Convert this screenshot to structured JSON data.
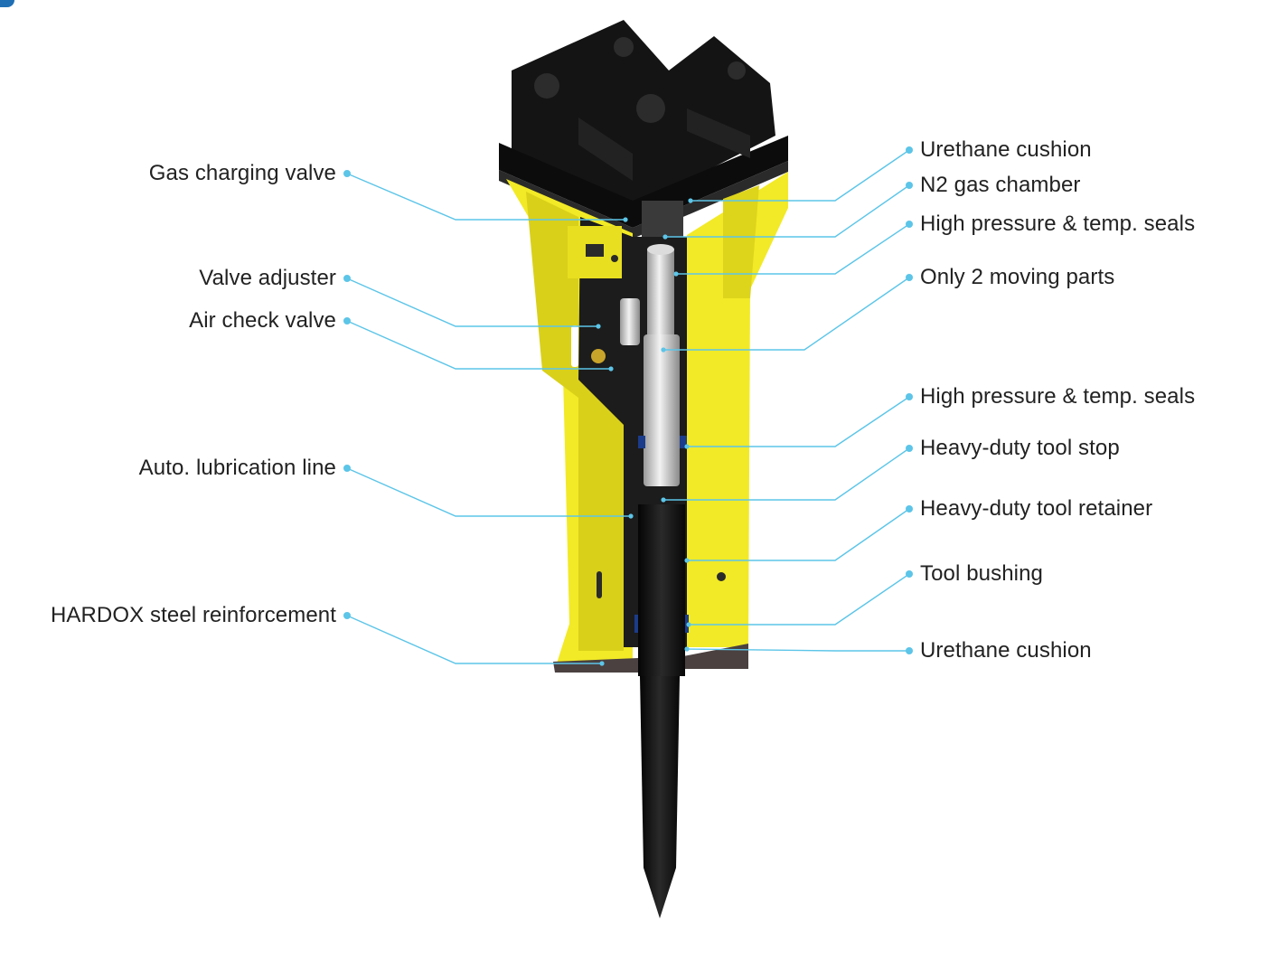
{
  "diagram": {
    "leader_color": "#5cc5e8",
    "body_color": "#f2ea26",
    "labels_left": [
      "Gas charging  valve",
      "Valve adjuster",
      "Air check valve",
      "Auto. lubrication line",
      "HARDOX steel reinforcement"
    ],
    "labels_right": [
      "Urethane cushion",
      "N2 gas chamber",
      "High pressure & temp. seals",
      "Only 2 moving parts",
      "High pressure & temp. seals",
      "Heavy-duty tool stop",
      "Heavy-duty tool retainer",
      "Tool bushing",
      "Urethane cushion"
    ]
  }
}
